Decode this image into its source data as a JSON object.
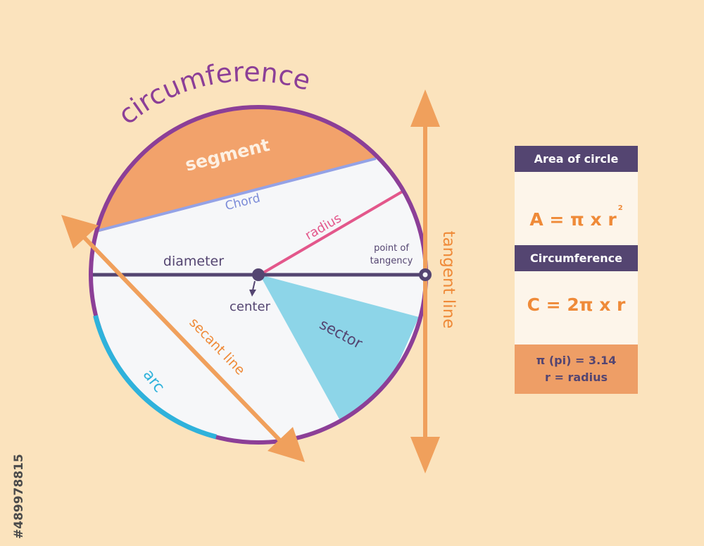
{
  "diagram": {
    "title": "circumference",
    "labels": {
      "segment": "segment",
      "chord": "Chord",
      "radius": "radius",
      "point_of_tangency_line1": "point of",
      "point_of_tangency_line2": "tangency",
      "diameter": "diameter",
      "center": "center",
      "sector": "sector",
      "secant_line": "secant line",
      "arc": "arc",
      "tangent_line": "tangent line"
    },
    "colors": {
      "background": "#fbe3bd",
      "circle_fill": "#f6f7f9",
      "circle_outline": "#8c3f97",
      "segment": "#f2a26b",
      "chord": "#94a2e6",
      "radius": "#e3578b",
      "diameter": "#544571",
      "sector": "#8dd5e8",
      "arc": "#2fb2db",
      "secant_and_tangent": "#f0a05c"
    }
  },
  "formulas": {
    "area_header": "Area of circle",
    "area_formula": "A = π x r",
    "area_exponent": "2",
    "circumference_header": "Circumference",
    "circumference_formula": "C = 2π x r",
    "pi_note": "π (pi) = 3.14",
    "r_note": "r = radius"
  },
  "watermark_id": "#489978815"
}
